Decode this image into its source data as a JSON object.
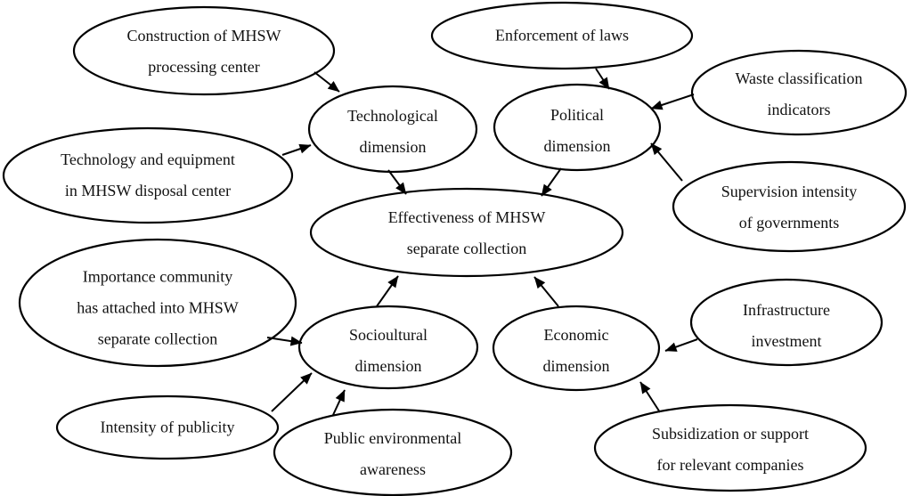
{
  "diagram": {
    "type": "concept-map",
    "colors": {
      "ink": "#000000",
      "background": "#ffffff"
    },
    "nodes": {
      "construction": {
        "label": "Construction of MHSW\nprocessing center"
      },
      "enforcement": {
        "label": "Enforcement of laws"
      },
      "waste": {
        "label": "Waste classification\nindicators"
      },
      "tech_equipment": {
        "label": "Technology and equipment\nin MHSW disposal center"
      },
      "technological": {
        "label": "Technological\ndimension"
      },
      "political": {
        "label": "Political\ndimension"
      },
      "supervision": {
        "label": "Supervision intensity\nof governments"
      },
      "effectiveness": {
        "label": "Effectiveness of MHSW\nseparate collection"
      },
      "importance": {
        "label": "Importance community\nhas attached into MHSW\nseparate collection"
      },
      "sociocultural": {
        "label": "Socioultural\ndimension"
      },
      "economic": {
        "label": "Economic\ndimension"
      },
      "infrastructure": {
        "label": "Infrastructure\ninvestment"
      },
      "publicity": {
        "label": "Intensity of publicity"
      },
      "public_env": {
        "label": "Public environmental\nawareness"
      },
      "subsidization": {
        "label": "Subsidization or support\nfor relevant companies"
      }
    },
    "edges": [
      {
        "from": "construction",
        "to": "technological"
      },
      {
        "from": "tech_equipment",
        "to": "technological"
      },
      {
        "from": "enforcement",
        "to": "political"
      },
      {
        "from": "waste",
        "to": "political"
      },
      {
        "from": "supervision",
        "to": "political"
      },
      {
        "from": "technological",
        "to": "effectiveness"
      },
      {
        "from": "political",
        "to": "effectiveness"
      },
      {
        "from": "importance",
        "to": "sociocultural"
      },
      {
        "from": "publicity",
        "to": "sociocultural"
      },
      {
        "from": "public_env",
        "to": "sociocultural"
      },
      {
        "from": "sociocultural",
        "to": "effectiveness"
      },
      {
        "from": "infrastructure",
        "to": "economic"
      },
      {
        "from": "subsidization",
        "to": "economic"
      },
      {
        "from": "economic",
        "to": "effectiveness"
      }
    ]
  }
}
